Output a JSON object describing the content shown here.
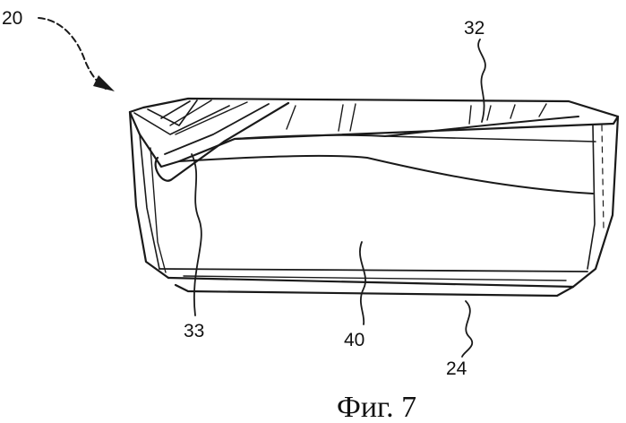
{
  "labels": {
    "ref_20": "20",
    "ref_32": "32",
    "ref_33": "33",
    "ref_40": "40",
    "ref_24": "24"
  },
  "caption": "Фиг. 7"
}
